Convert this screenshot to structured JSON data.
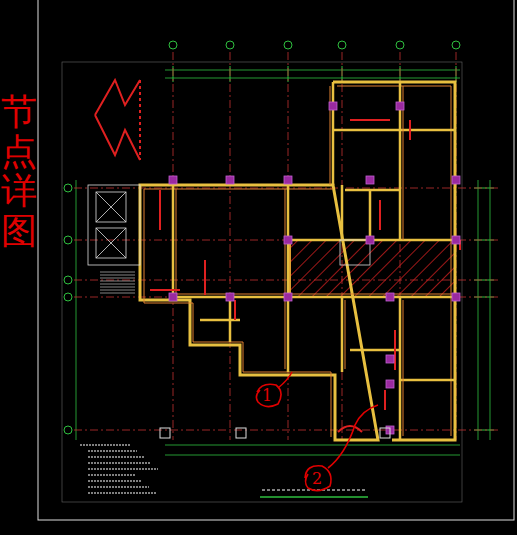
{
  "diagram": {
    "labels": [
      "节点详图",
      "1",
      "2"
    ]
  }
}
